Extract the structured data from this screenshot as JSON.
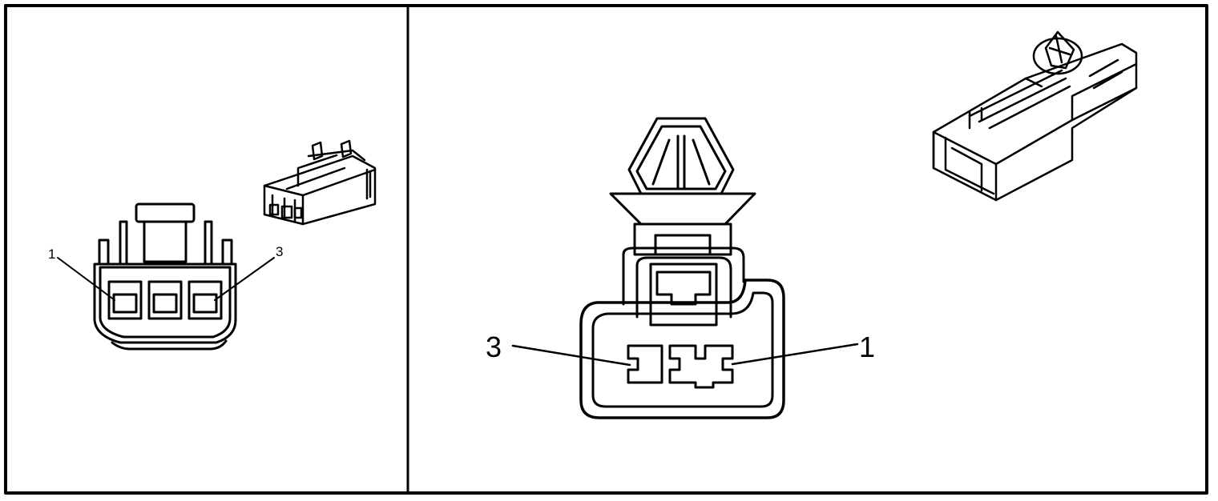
{
  "left_panel": {
    "callouts": {
      "pin_left": "1",
      "pin_right": "3"
    }
  },
  "right_panel": {
    "callouts": {
      "pin_left": "3",
      "pin_right": "1"
    }
  },
  "colors": {
    "line": "#000000",
    "background": "#ffffff"
  }
}
